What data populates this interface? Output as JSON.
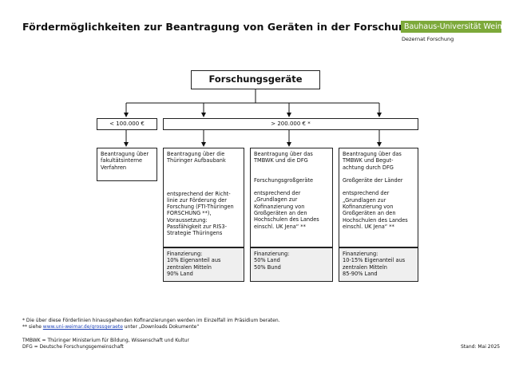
{
  "header": {
    "title": "Fördermöglichkeiten zur Beantragung von Geräten in der Forschung",
    "brand": "Bauhaus-Universität Weimar",
    "department": "Dezernat Forschung"
  },
  "diagram": {
    "root": "Forschungsgeräte",
    "branches": {
      "low": "< 100.000 €",
      "high": "> 200.000 € *"
    },
    "options": [
      {
        "head": "Beantragung über\nfakultätsinterne\nVerfahren",
        "body": "",
        "financing": ""
      },
      {
        "head": "Beantragung über die\nThüringer Aufbaubank",
        "body": "entsprechend der Richt-\nlinie zur Förderung der\nForschung (FTI-Thüringen\nFORSCHUNG **),\nVoraussetzung:\nPassfähigkeit zur RIS3-\nStrategie Thüringens",
        "financing": "Finanzierung:\n10% Eigenanteil aus\nzentralen Mitteln\n90% Land"
      },
      {
        "head": "Beantragung über das\nTMBWK und die DFG",
        "body": "Forschungsgroßgeräte\n\nentsprechend der\n„Grundlagen zur\nKofinanzierung von\nGroßgeräten an den\nHochschulen des Landes\neinschl. UK Jena“ **",
        "financing": "Finanzierung:\n50% Land\n50% Bund"
      },
      {
        "head": "Beantragung über das\nTMBWK und Begut-\nachtung durch DFG",
        "body": "Großgeräte der Länder\n\nentsprechend der\n„Grundlagen zur\nKofinanzierung von\nGroßgeräten an den\nHochschulen des Landes\neinschl. UK Jena“ **",
        "financing": "Finanzierung:\n10-15% Eigenanteil aus\nzentralen Mitteln\n85-90% Land"
      }
    ]
  },
  "footnotes": {
    "note1": "* Die über diese Förderlinien hinausgehenden Kofinanzierungen werden im Einzelfall im Präsidium beraten.",
    "note2_prefix": "** siehe ",
    "note2_link": "www.uni-weimar.de/grossgeraete",
    "note2_suffix": " unter „Downloads Dokumente“",
    "abbr1": "TMBWK = Thüringer Ministerium für Bildung, Wissenschaft und Kultur",
    "abbr2": "DFG = Deutsche Forschungsgemeinschaft",
    "stand": "Stand: Mai 2025"
  },
  "colors": {
    "brand_green": "#7da93a",
    "financing_fill": "#efefef",
    "link_blue": "#1a3fb5"
  }
}
